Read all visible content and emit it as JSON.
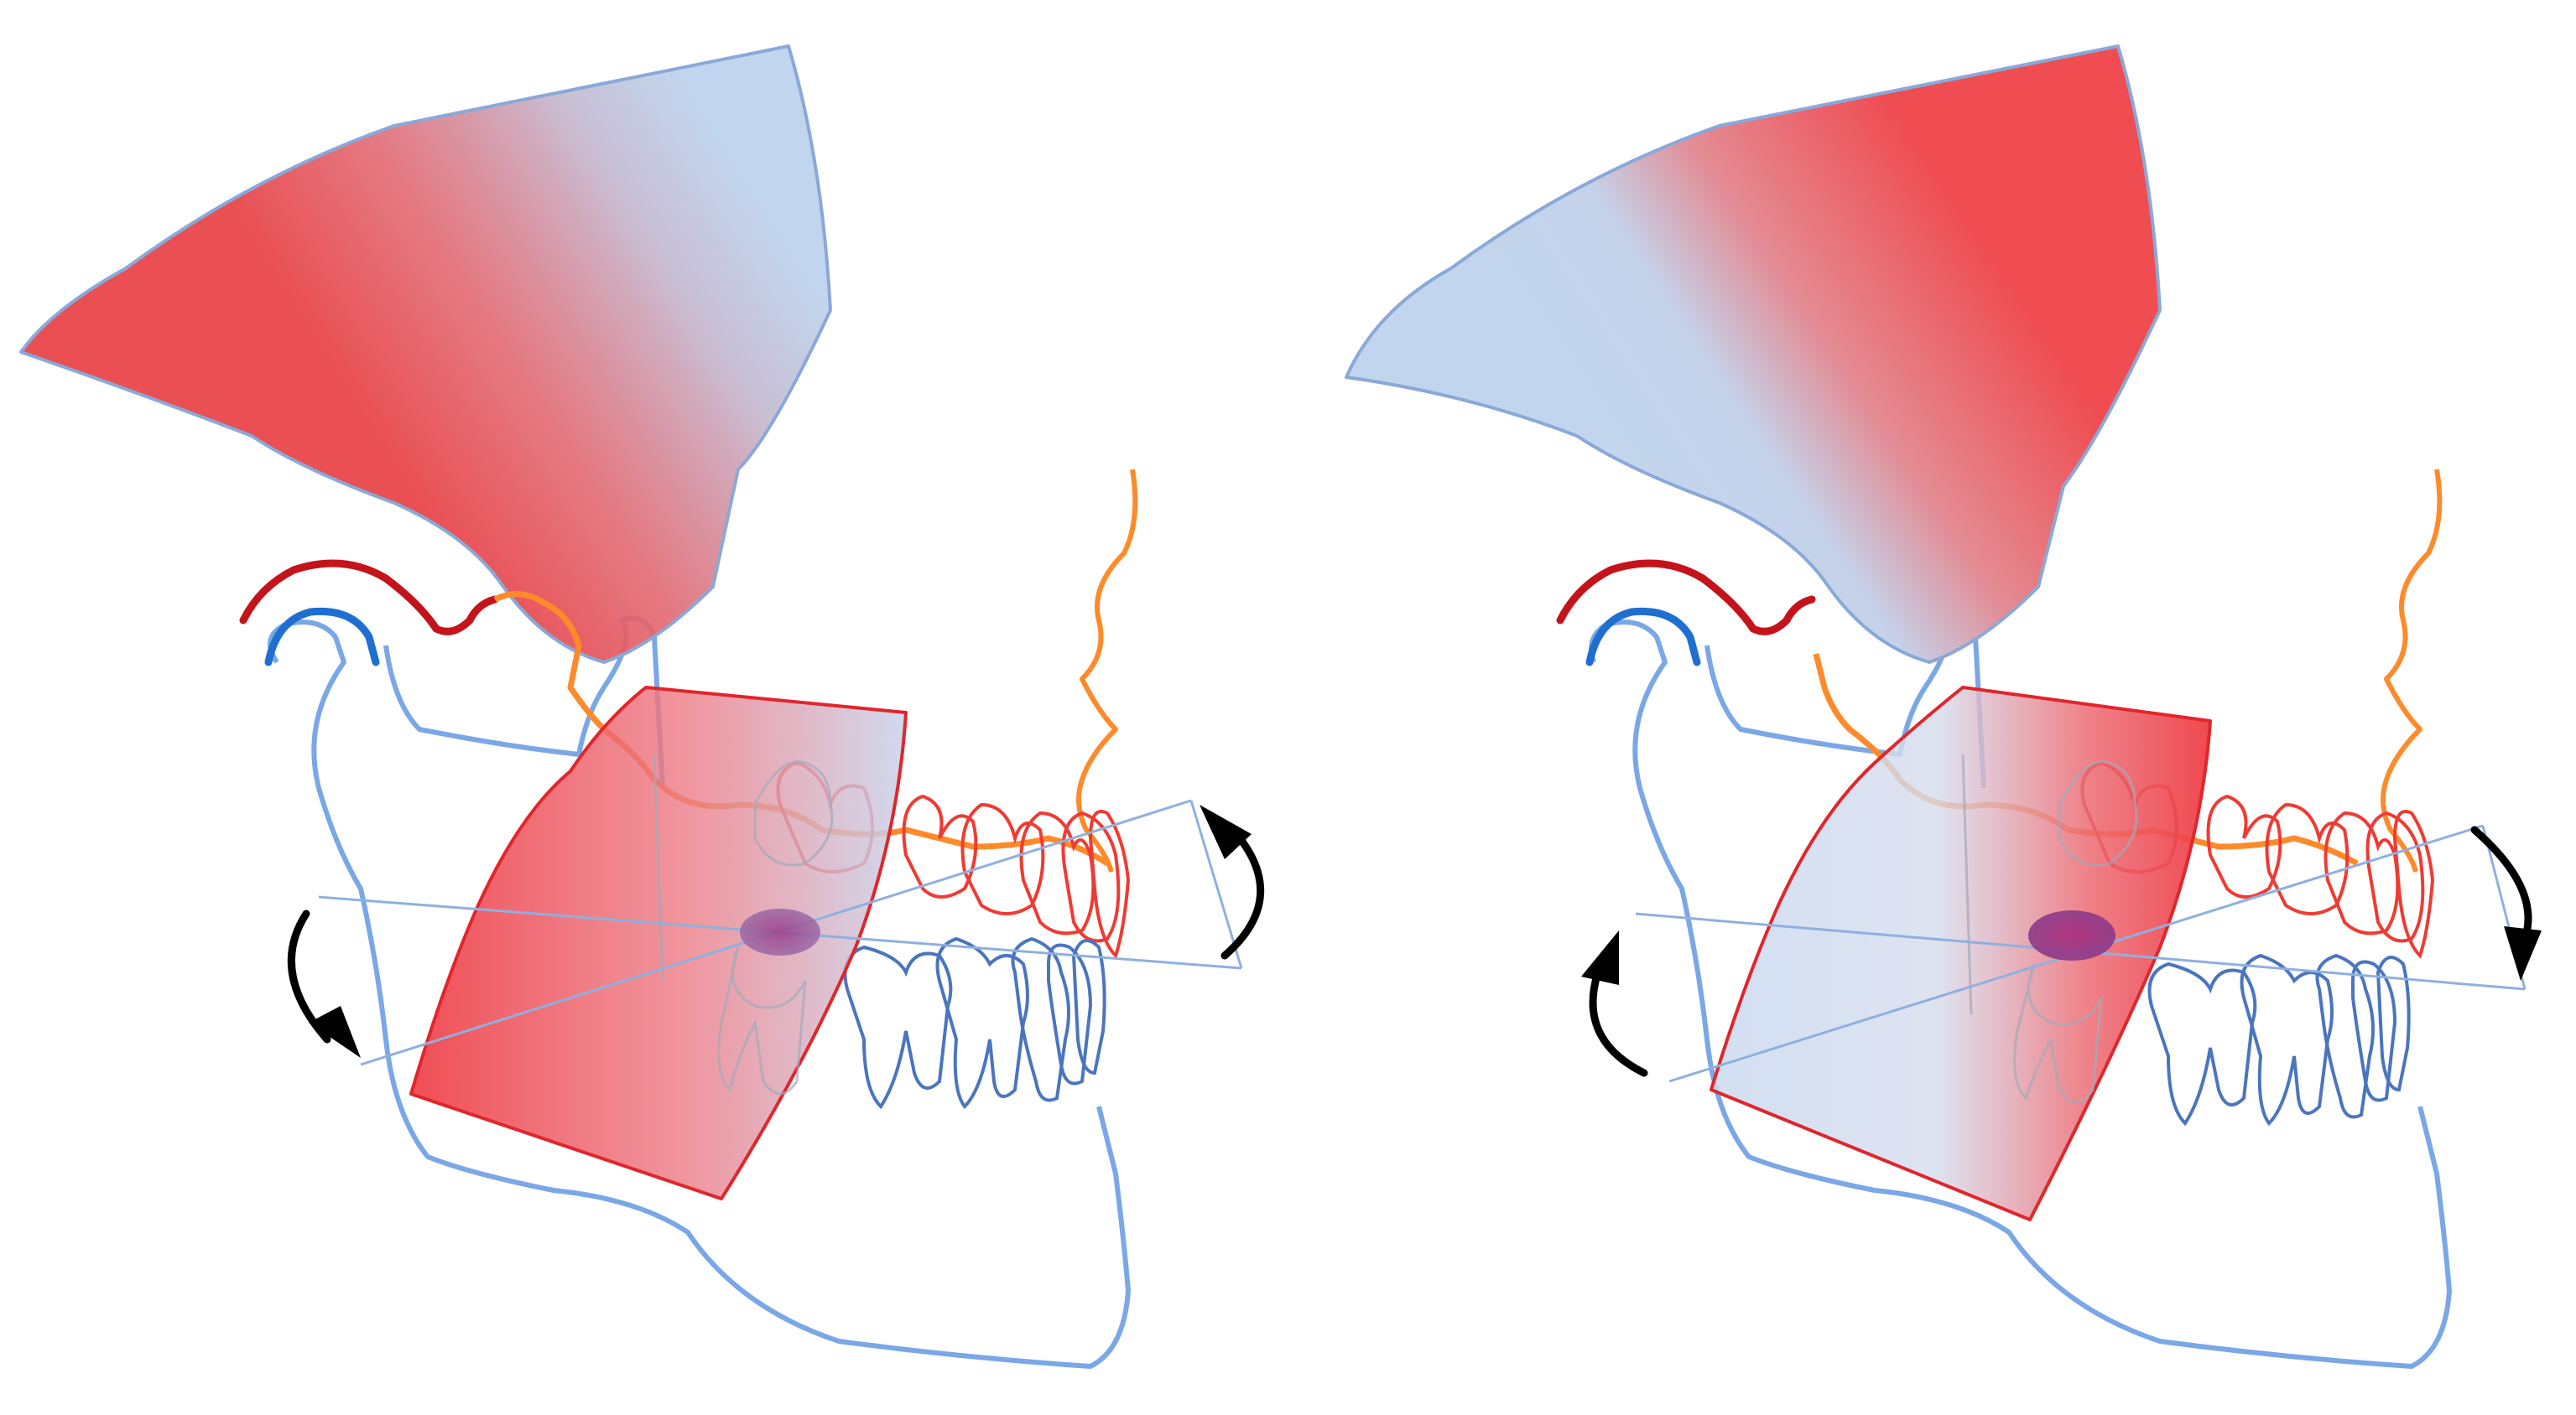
{
  "diagram": {
    "panels": [
      {
        "name": "left-panel",
        "skull_gradient": "red-to-blue",
        "ramus_gradient": "red-to-blue",
        "rotation_front": "counterclockwise",
        "rotation_back": "clockwise"
      },
      {
        "name": "right-panel",
        "skull_gradient": "blue-to-red",
        "ramus_gradient": "blue-to-red",
        "rotation_front": "clockwise",
        "rotation_back": "counterclockwise"
      }
    ],
    "colors": {
      "red": "#e8464a",
      "light_blue": "#c1d6ee",
      "outline_blue": "#8aaee0",
      "mandible_blue": "#7aa7e6",
      "teeth_red": "#ee3b33",
      "teeth_blue": "#4b75bd",
      "orange": "#ff8a2a",
      "dark_red": "#c4131b",
      "condyle_blue": "#1f6fd0",
      "arrow": "#000000",
      "center_purple": "#8e3a8c"
    }
  }
}
